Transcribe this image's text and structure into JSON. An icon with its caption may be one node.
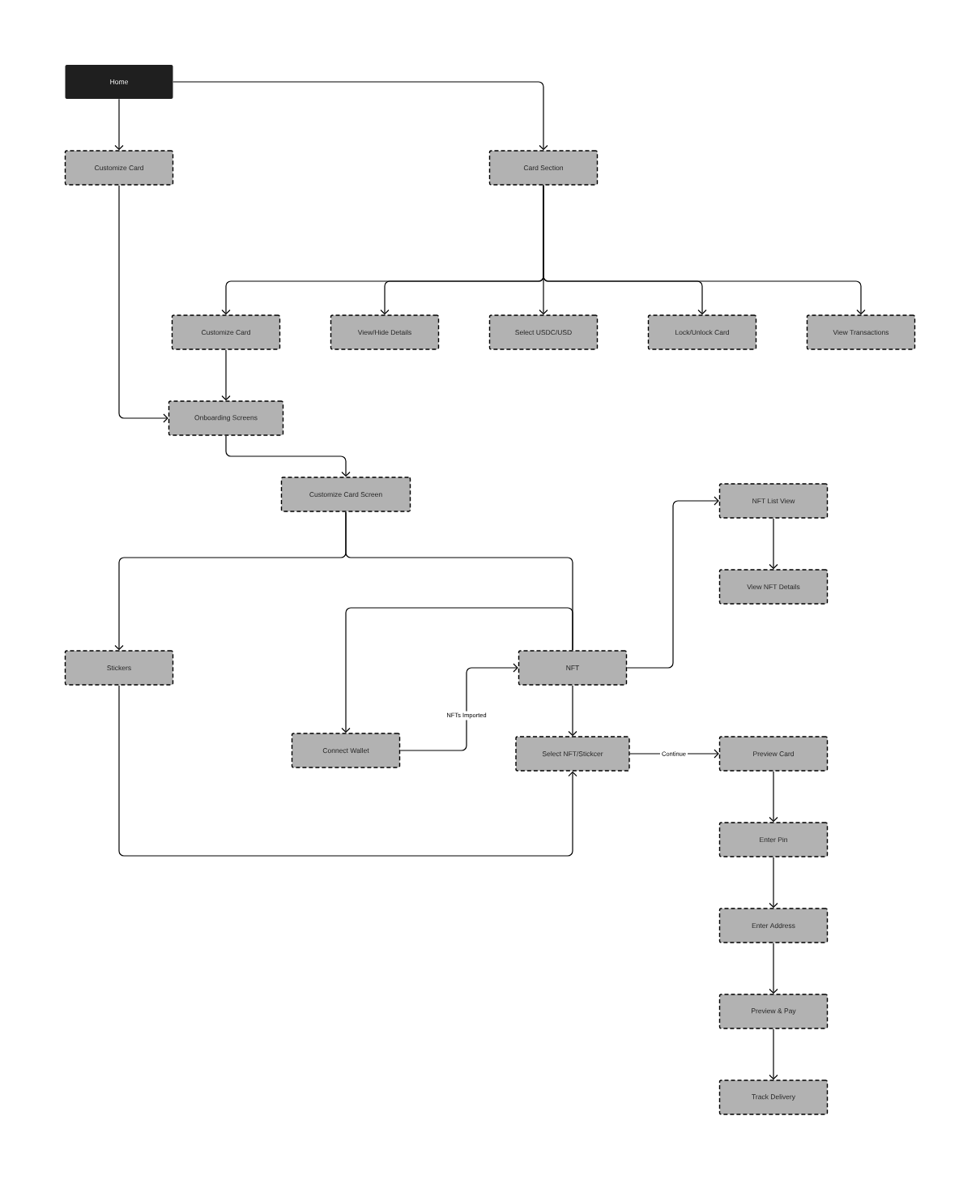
{
  "diagram": {
    "nodes": [
      {
        "text": [
          "Home"
        ]
      },
      {
        "text": [
          "Customize Card"
        ]
      },
      {
        "text": [
          "Card Section"
        ]
      },
      {
        "text": [
          "Customize Card"
        ]
      },
      {
        "text": [
          "View/Hide Details"
        ]
      },
      {
        "text": [
          "Select USDC/USD"
        ]
      },
      {
        "text": [
          "Lock/Unlock Card"
        ]
      },
      {
        "text": [
          "View Transactions"
        ]
      },
      {
        "text": [
          "Onboarding Screens"
        ]
      },
      {
        "text": [
          "Customize Card Screen"
        ]
      },
      {
        "text": [
          "NFT List View"
        ]
      },
      {
        "text": [
          "View NFT Details"
        ]
      },
      {
        "text": [
          "Stickers"
        ]
      },
      {
        "text": [
          "NFT"
        ]
      },
      {
        "text": [
          "Connect Wallet"
        ]
      },
      {
        "text": [
          "Select NFT/Stickcer"
        ]
      },
      {
        "text": [
          "Preview Card"
        ]
      },
      {
        "text": [
          "Enter Pin"
        ]
      },
      {
        "text": [
          "Enter Address"
        ]
      },
      {
        "text": [
          "Preview & Pay"
        ]
      },
      {
        "text": [
          "Track Delivery"
        ]
      }
    ],
    "edges": [
      {
        "from": 0,
        "to": 1,
        "arrow": "to"
      },
      {
        "from": 0,
        "to": 2,
        "arrow": "to"
      },
      {
        "from": 2,
        "to": 3,
        "arrow": "to"
      },
      {
        "from": 2,
        "to": 4,
        "arrow": "to"
      },
      {
        "from": 2,
        "to": 5,
        "arrow": "to"
      },
      {
        "from": 2,
        "to": 6,
        "arrow": "to"
      },
      {
        "from": 2,
        "to": 7,
        "arrow": "to"
      },
      {
        "from": 1,
        "to": 8,
        "arrow": "to"
      },
      {
        "from": 3,
        "to": 8,
        "arrow": "to"
      },
      {
        "from": 8,
        "to": 9,
        "arrow": "to"
      },
      {
        "from": 9,
        "to": 12,
        "arrow": "to"
      },
      {
        "from": 9,
        "to": 13,
        "arrow": "none"
      },
      {
        "from": 13,
        "to": 14,
        "arrow": "to"
      },
      {
        "from": 14,
        "to": 13,
        "arrow": "to",
        "label": "NFTs Imported"
      },
      {
        "from": 13,
        "to": 10,
        "arrow": "to"
      },
      {
        "from": 10,
        "to": 11,
        "arrow": "to"
      },
      {
        "from": 13,
        "to": 15,
        "arrow": "to"
      },
      {
        "from": 12,
        "to": 15,
        "arrow": "to"
      },
      {
        "from": 15,
        "to": 16,
        "arrow": "to",
        "label": "Continue"
      },
      {
        "from": 16,
        "to": 17,
        "arrow": "to"
      },
      {
        "from": 17,
        "to": 18,
        "arrow": "to"
      },
      {
        "from": 18,
        "to": 19,
        "arrow": "to"
      },
      {
        "from": 19,
        "to": 20,
        "arrow": "to"
      }
    ]
  }
}
